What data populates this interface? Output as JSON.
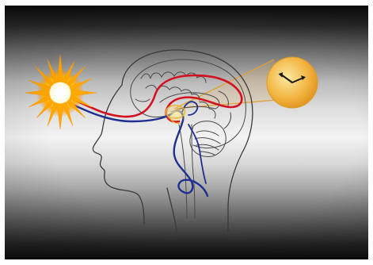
{
  "diagram": {
    "elements": {
      "sun": "sun",
      "head": "head",
      "brain": "brain",
      "clock": "clock-icon",
      "red_pathway": "red",
      "blue_pathway": "blue",
      "beam_color": "orange"
    }
  },
  "colors": {
    "sun_core": "#fffde6",
    "sun_rays": "#ffb000",
    "red_pathway": "#d3121f",
    "blue_pathway": "#1f2f8f",
    "clock_face": "#f4b53a",
    "beam": "#f2b84b",
    "outline": "#3a3a3a"
  }
}
